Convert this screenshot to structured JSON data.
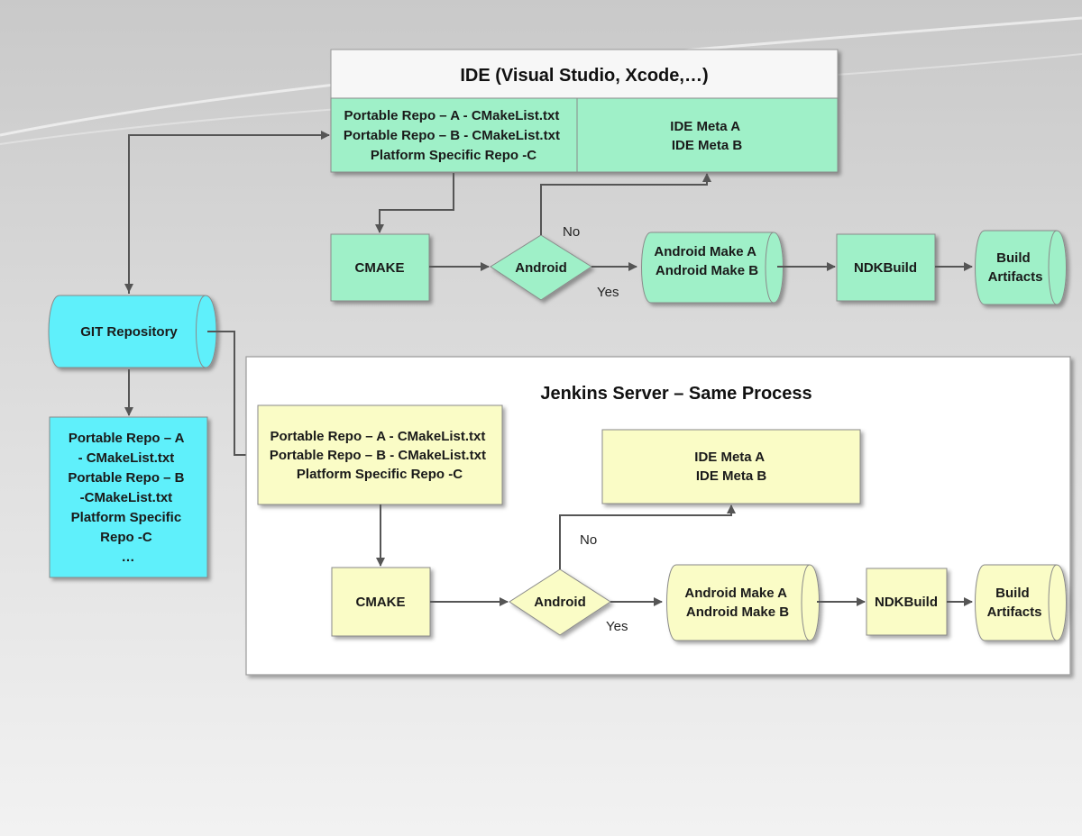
{
  "ide": {
    "title": "IDE (Visual Studio, Xcode,…)",
    "repo_lines": [
      "Portable Repo – A - CMakeList.txt",
      "Portable Repo – B - CMakeList.txt",
      "Platform Specific Repo -C"
    ],
    "meta_lines": [
      "IDE Meta A",
      "IDE Meta B"
    ],
    "cmake": "CMAKE",
    "android": "Android",
    "no": "No",
    "yes": "Yes",
    "make_lines": [
      "Android Make A",
      "Android Make B"
    ],
    "ndk": "NDKBuild",
    "artifacts_lines": [
      "Build",
      "Artifacts"
    ]
  },
  "git": {
    "label": "GIT Repository",
    "list_lines": [
      "Portable Repo – A",
      "- CMakeList.txt",
      "Portable Repo – B",
      "-CMakeList.txt",
      "Platform Specific",
      "Repo -C",
      "…"
    ]
  },
  "jenkins": {
    "title": "Jenkins Server – Same Process",
    "repo_lines": [
      "Portable Repo – A - CMakeList.txt",
      "Portable Repo – B - CMakeList.txt",
      "Platform Specific Repo -C"
    ],
    "meta_lines": [
      "IDE Meta A",
      "IDE Meta B"
    ],
    "cmake": "CMAKE",
    "android": "Android",
    "no": "No",
    "yes": "Yes",
    "make_lines": [
      "Android Make A",
      "Android Make B"
    ],
    "ndk": "NDKBuild",
    "artifacts_lines": [
      "Build",
      "Artifacts"
    ]
  },
  "colors": {
    "ide_fill": "#9ff0c8",
    "jenkins_fill": "#fafcc6",
    "git_fill": "#5ff0fb"
  }
}
